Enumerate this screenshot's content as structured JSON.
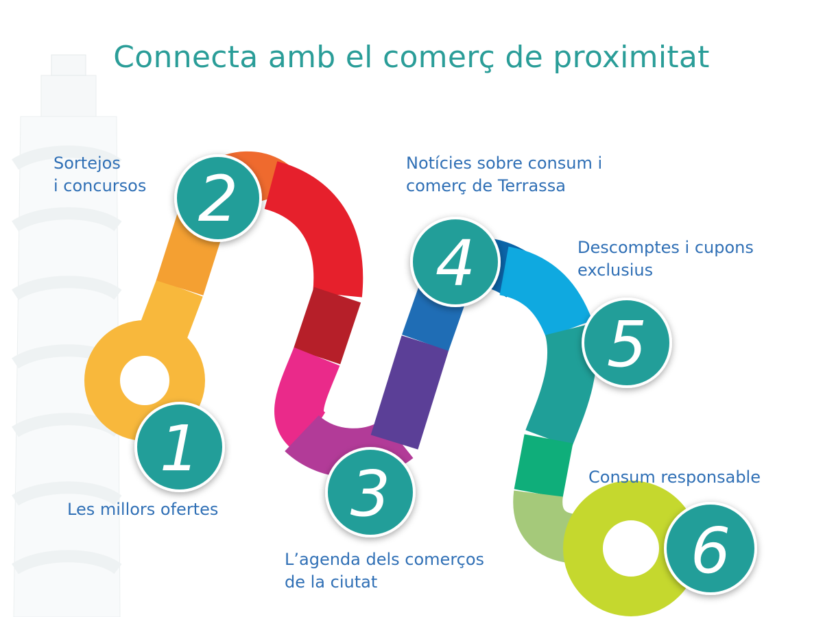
{
  "title": "Connecta amb el comerç de proximitat",
  "steps": [
    {
      "number": "1",
      "label": "Les millors ofertes"
    },
    {
      "number": "2",
      "label_line1": "Sortejos",
      "label_line2": "i concursos"
    },
    {
      "number": "3",
      "label_line1": "L’agenda dels comerços",
      "label_line2": "de la ciutat"
    },
    {
      "number": "4",
      "label_line1": "Notícies sobre consum i",
      "label_line2": "comerç de Terrassa"
    },
    {
      "number": "5",
      "label_line1": "Descomptes i cupons",
      "label_line2": "exclusius"
    },
    {
      "number": "6",
      "label": "Consum responsable"
    }
  ],
  "colors": {
    "title": "#2a9d98",
    "circle": "#239e99",
    "label": "#2f6fb5"
  }
}
